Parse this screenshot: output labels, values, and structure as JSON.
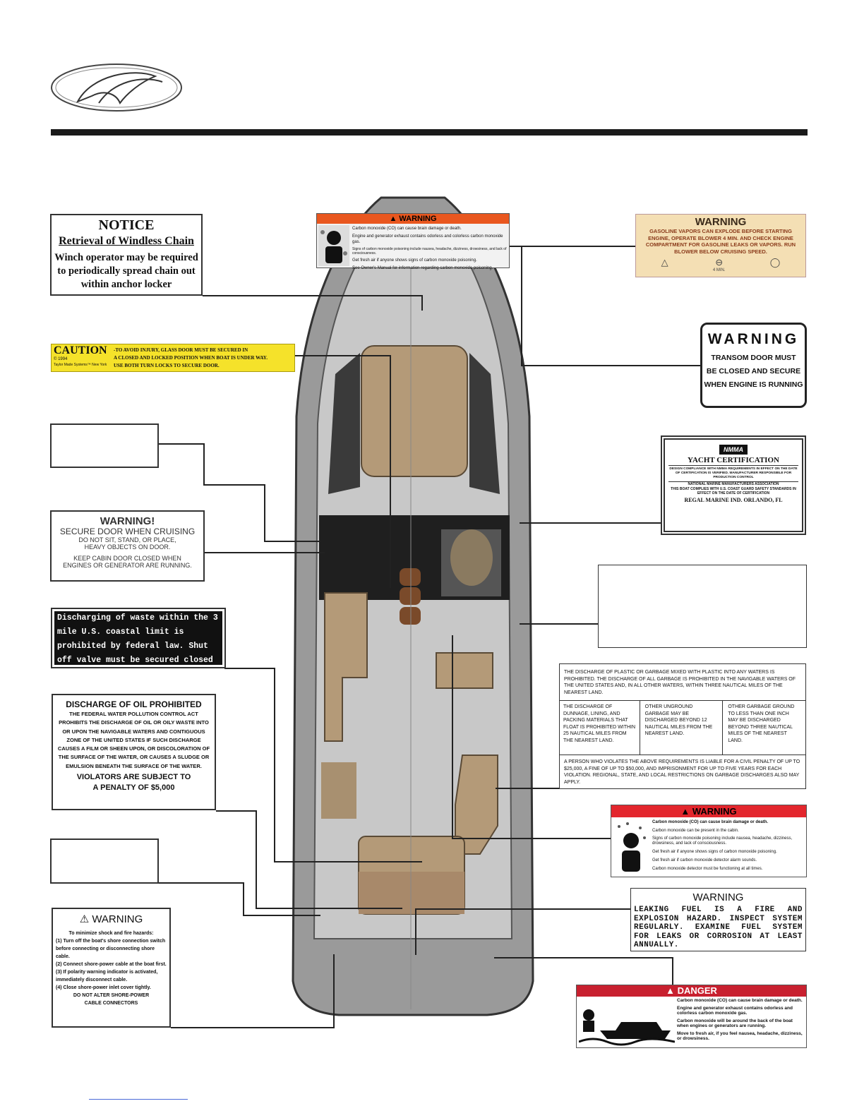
{
  "notice": {
    "title": "NOTICE",
    "subtitle": "Retrieval of Windless Chain",
    "body": "Winch operator may be required to periodically spread chain out within anchor locker"
  },
  "co_warning_top": {
    "header": "WARNING",
    "lines": [
      "Carbon monoxide (CO) can cause brain damage or death.",
      "Engine and generator exhaust contains odorless and colorless carbon monoxide gas.",
      "Signs of carbon monoxide poisoning include nausea, headache, dizziness, drowsiness, and lack of consciousness.",
      "Get fresh air if anyone shows signs of carbon monoxide poisoning.",
      "See Owner's Manual for information regarding carbon monoxide poisoning."
    ]
  },
  "gas_warning": {
    "header": "WARNING",
    "body": "GASOLINE VAPORS CAN EXPLODE BEFORE STARTING ENGINE, OPERATE BLOWER 4 MIN. AND CHECK ENGINE COMPARTMENT FOR GASOLINE LEAKS OR VAPORS. RUN BLOWER BELOW CRUISING SPEED.",
    "icon_caption": "4 MIN."
  },
  "caution": {
    "header": "CAUTION",
    "copyright": "© 1994",
    "maker": "Taylor Made Systems™ New York",
    "lines": [
      "-TO AVOID INJURY, GLASS DOOR MUST BE SECURED IN",
      "A CLOSED AND LOCKED POSITION WHEN BOAT IS UNDER WAY.",
      "USE BOTH TURN LOCKS TO SECURE DOOR."
    ]
  },
  "transom_warning": {
    "header": "WARNING",
    "lines": [
      "TRANSOM DOOR MUST",
      "BE CLOSED AND SECURE",
      "WHEN ENGINE IS RUNNING"
    ]
  },
  "yacht_cert": {
    "logo": "NMMA",
    "title": "YACHT CERTIFICATION",
    "p1": "DESIGN COMPLIANCE WITH NMMA REQUIREMENTS IN EFFECT ON THE DATE OF CERTIFICATION IS VERIFIED. MANUFACTURER RESPONSIBLE FOR PRODUCTION CONTROL",
    "p2": "NATIONAL MARINE MANUFACTURERS ASSOCIATION",
    "p3": "THIS BOAT COMPLIES WITH U.S. COAST GUARD SAFETY STANDARDS IN EFFECT ON THE DATE OF CERTIFICATION",
    "p4": "REGAL MARINE IND. ORLANDO, FL"
  },
  "door_warning": {
    "header": "WARNING!",
    "line1": "SECURE DOOR WHEN CRUISING",
    "line2": "DO NOT SIT, STAND, OR PLACE,",
    "line3": "HEAVY OBJECTS ON DOOR.",
    "line4": "KEEP CABIN DOOR CLOSED WHEN",
    "line5": "ENGINES OR GENERATOR ARE RUNNING."
  },
  "waste": {
    "body": "Discharging of waste within the 3 mile U.S. coastal limit is prohibited by federal law. Shut off valve must be secured closed within U.S. Waters."
  },
  "garbage": {
    "top": "THE DISCHARGE OF PLASTIC OR GARBAGE MIXED WITH PLASTIC INTO ANY WATERS IS PROHIBITED. THE DISCHARGE OF ALL GARBAGE IS PROHIBITED IN THE NAVIGABLE WATERS OF THE UNITED STATES AND, IN ALL OTHER WATERS, WITHIN THREE NAUTICAL MILES OF THE NEAREST LAND.",
    "col1": "THE DISCHARGE OF DUNNAGE, LINING, AND PACKING MATERIALS THAT FLOAT IS PROHIBITED WITHIN 25 NAUTICAL MILES FROM THE NEAREST LAND.",
    "col2": "OTHER UNGROUND GARBAGE MAY BE DISCHARGED BEYOND 12 NAUTICAL MILES FROM THE NEAREST LAND.",
    "col3": "OTHER GARBAGE GROUND TO LESS THAN ONE INCH MAY BE DISCHARGED BEYOND THREE NAUTICAL MILES OF THE NEAREST LAND.",
    "bottom": "A PERSON WHO VIOLATES THE ABOVE REQUIREMENTS IS LIABLE FOR A CIVIL PENALTY OF UP TO $25,000, A FINE OF UP TO $50,000, AND IMPRISONMENT FOR UP TO FIVE YEARS FOR EACH VIOLATION. REGIONAL, STATE, AND LOCAL RESTRICTIONS ON GARBAGE DISCHARGES ALSO MAY APPLY."
  },
  "oil": {
    "title": "DISCHARGE OF OIL PROHIBITED",
    "body": "THE FEDERAL WATER POLLUTION CONTROL ACT PROHIBITS THE DISCHARGE OF OIL OR OILY WASTE INTO OR UPON THE NAVIGABLE WATERS AND CONTIGUOUS ZONE OF THE UNITED STATES IF SUCH DISCHARGE CAUSES A FILM OR SHEEN UPON, OR DISCOLORATION OF THE SURFACE OF THE WATER, OR CAUSES A SLUDGE OR EMULSION BENEATH THE SURFACE OF THE WATER.",
    "footer1": "VIOLATORS ARE SUBJECT TO",
    "footer2": "A PENALTY OF $5,000"
  },
  "co_warning_right": {
    "header": "WARNING",
    "lines": [
      "Carbon monoxide (CO) can cause brain damage or death.",
      "Carbon monoxide can be present in the cabin.",
      "Signs of carbon monoxide poisoning include nausea, headache, dizziness, drowsiness, and lack of consciousness.",
      "Get fresh air if anyone shows signs of carbon monoxide poisoning.",
      "Get fresh air if carbon monoxide detector alarm sounds.",
      "Carbon monoxide detector must be functioning at all times."
    ]
  },
  "fuel_warning": {
    "header": "WARNING",
    "body": "LEAKING FUEL IS A FIRE AND EXPLOSION HAZARD. INSPECT SYSTEM REGULARLY. EXAMINE FUEL SYSTEM FOR LEAKS OR CORROSION AT LEAST ANNUALLY."
  },
  "shore_warning": {
    "header": "WARNING",
    "intro": "To minimize shock and fire hazards:",
    "items": [
      "(1) Turn off the boat's shore connection switch before connecting or disconnecting shore cable.",
      "(2) Connect shore-power cable at the boat first.",
      "(3) If polarity warning indicator is activated, immediately disconnect cable.",
      "(4) Close shore-power inlet cover tightly."
    ],
    "footer": "DO NOT ALTER SHORE-POWER CABLE CONNECTORS"
  },
  "danger": {
    "header": "DANGER",
    "lines": [
      "Carbon monoxide (CO) can cause brain damage or death.",
      "Engine and generator exhaust contains odorless and colorless carbon monoxide gas.",
      "Carbon monoxide will be around the back of the boat when engines or generators are running.",
      "Move to fresh air, if you feel nausea, headache, dizziness, or drowsiness."
    ]
  }
}
